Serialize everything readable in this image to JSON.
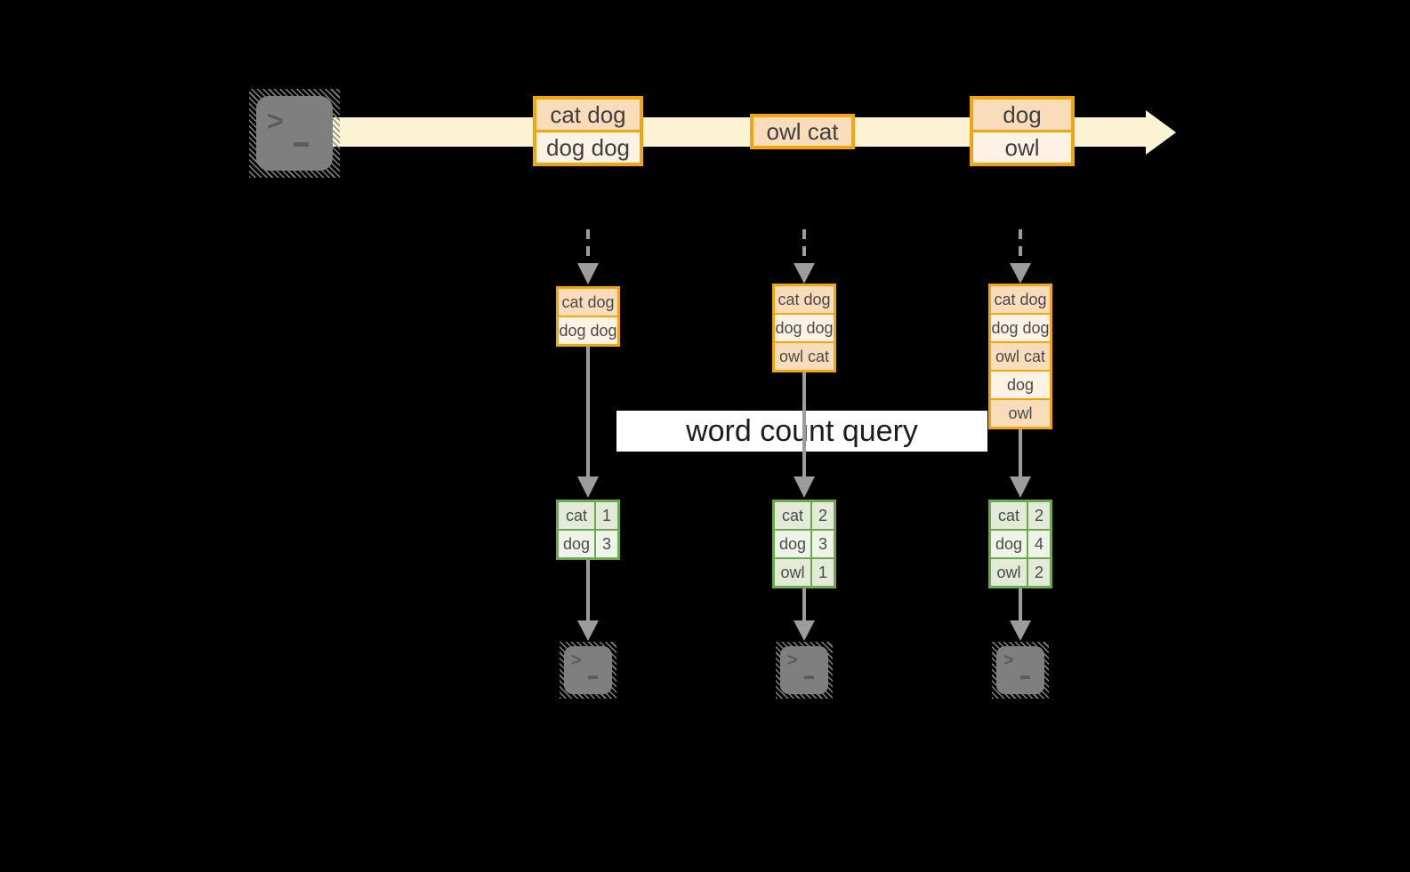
{
  "query_label": "word count query",
  "stream": {
    "batches": [
      {
        "records": [
          "cat dog",
          "dog dog"
        ]
      },
      {
        "records": [
          "owl cat"
        ]
      },
      {
        "records": [
          "dog",
          "owl"
        ]
      }
    ]
  },
  "micro_batches": [
    {
      "input_records": [
        "cat dog",
        "dog dog"
      ],
      "word_counts": [
        {
          "word": "cat",
          "count": "1"
        },
        {
          "word": "dog",
          "count": "3"
        }
      ]
    },
    {
      "input_records": [
        "cat dog",
        "dog dog",
        "owl cat"
      ],
      "word_counts": [
        {
          "word": "cat",
          "count": "2"
        },
        {
          "word": "dog",
          "count": "3"
        },
        {
          "word": "owl",
          "count": "1"
        }
      ]
    },
    {
      "input_records": [
        "cat dog",
        "dog dog",
        "owl cat",
        "dog",
        "owl"
      ],
      "word_counts": [
        {
          "word": "cat",
          "count": "2"
        },
        {
          "word": "dog",
          "count": "4"
        },
        {
          "word": "owl",
          "count": "2"
        }
      ]
    }
  ],
  "icons": {
    "terminal_prompt": ">"
  },
  "colors": {
    "background": "#000000",
    "stream_band": "#fbf3d3",
    "orange_border": "#f2a60d",
    "peach_dark": "#f9ddbb",
    "peach_light": "#fdf2e4",
    "green_border": "#6fa84c",
    "green_cell_dark": "#e1ebd7",
    "green_cell_light": "#eff4ea",
    "arrow_gray": "#9c9c9c",
    "terminal_gray": "#7f7f7f"
  }
}
